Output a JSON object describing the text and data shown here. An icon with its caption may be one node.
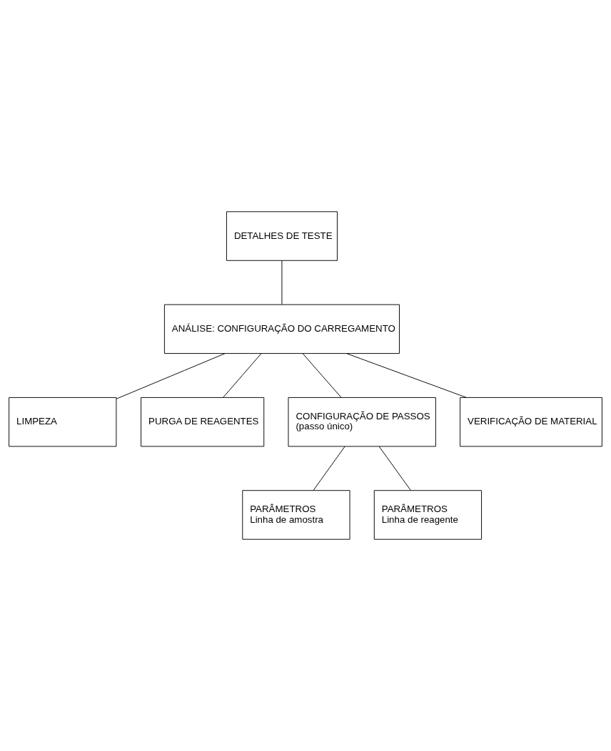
{
  "diagram": {
    "nodes": [
      {
        "text": [
          "DETALHES DE TESTE"
        ]
      },
      {
        "text": [
          "LIMPEZA"
        ]
      },
      {
        "text": [
          "ANÁLISE: CONFIGURAÇÃO DO CARREGAMENTO"
        ]
      },
      {
        "text": [
          "PURGA DE REAGENTES"
        ]
      },
      {
        "text": [
          "CONFIGURAÇÃO DE PASSOS",
          "(passo único)"
        ]
      },
      {
        "text": [
          "VERIFICAÇÃO DE MATERIAL"
        ]
      },
      {
        "text": [
          "PARÂMETROS",
          "Linha de amostra"
        ]
      },
      {
        "text": [
          "PARÂMETROS",
          "Linha de reagente"
        ]
      }
    ],
    "edges": [
      {
        "from": 0,
        "to": 2,
        "arrow": "none"
      },
      {
        "from": 2,
        "to": 1,
        "arrow": "none"
      },
      {
        "from": 2,
        "to": 3,
        "arrow": "none"
      },
      {
        "from": 2,
        "to": 5,
        "arrow": "none"
      },
      {
        "from": 2,
        "to": 4,
        "arrow": "none"
      },
      {
        "from": 4,
        "to": 6,
        "arrow": "none"
      },
      {
        "from": 4,
        "to": 7,
        "arrow": "none"
      }
    ]
  }
}
